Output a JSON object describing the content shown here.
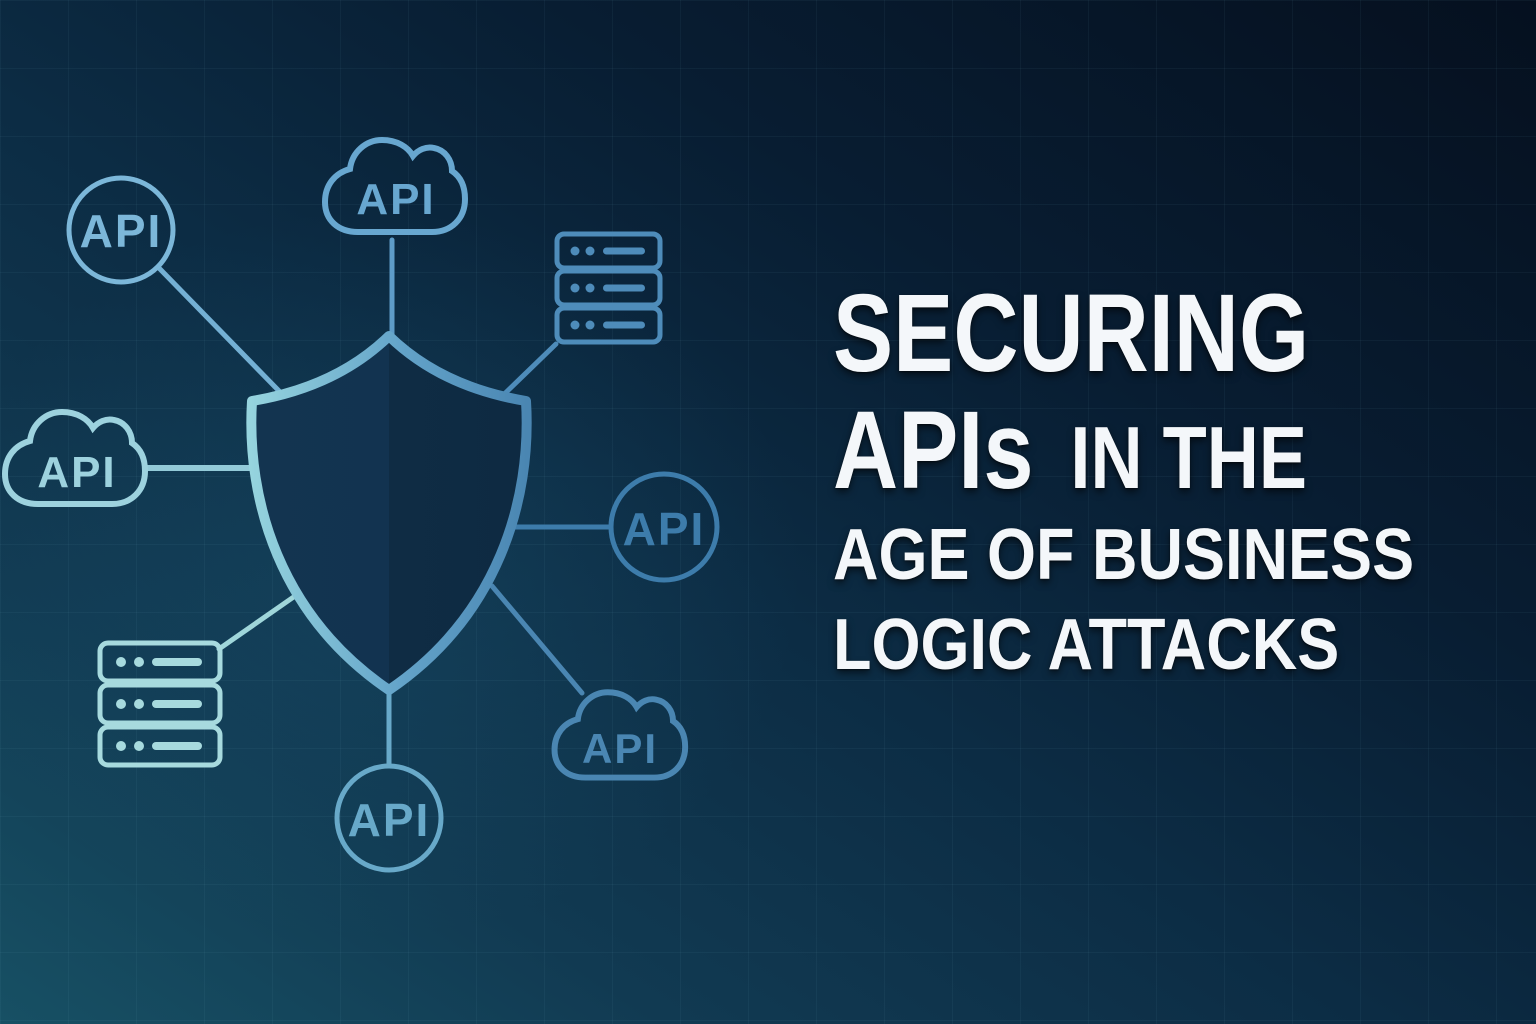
{
  "banner": {
    "title": {
      "line1": "SECURING",
      "line2_emphasis": "APIs",
      "line2_rest": "IN THE",
      "line3": "AGE OF BUSINESS",
      "line4": "LOGIC ATTACKS"
    },
    "text_color": "#f4f7fa"
  },
  "diagram": {
    "center_icon": "shield",
    "nodes": [
      {
        "id": "api-circle-top-left",
        "type": "circle",
        "label": "API"
      },
      {
        "id": "api-cloud-top",
        "type": "cloud",
        "label": "API"
      },
      {
        "id": "server-top-right",
        "type": "server",
        "label": ""
      },
      {
        "id": "api-cloud-left",
        "type": "cloud",
        "label": "API"
      },
      {
        "id": "api-circle-right",
        "type": "circle",
        "label": "API"
      },
      {
        "id": "server-bottom-left",
        "type": "server",
        "label": ""
      },
      {
        "id": "api-circle-bottom",
        "type": "circle",
        "label": "API"
      },
      {
        "id": "api-cloud-bottom-right",
        "type": "cloud",
        "label": "API"
      }
    ],
    "colors": {
      "background_bottom_left": "#175064",
      "background_top_right": "#05101f",
      "shield_stroke_left": "#96d4de",
      "shield_stroke_right": "#4a86b2",
      "shield_fill_left": "#133450",
      "shield_fill_right": "#0f2c44",
      "circle_top_left": "#7cb7d9",
      "cloud_top": "#68a7d0",
      "server_top_right": "#4e8cba",
      "cloud_left": "#9dd2de",
      "circle_right": "#3d7cab",
      "server_bottom_left": "#a7dade",
      "circle_bottom": "#68a9c9",
      "cloud_bottom_right": "#4a86b2",
      "grid_line": "rgba(130,195,215,0.055)"
    }
  }
}
